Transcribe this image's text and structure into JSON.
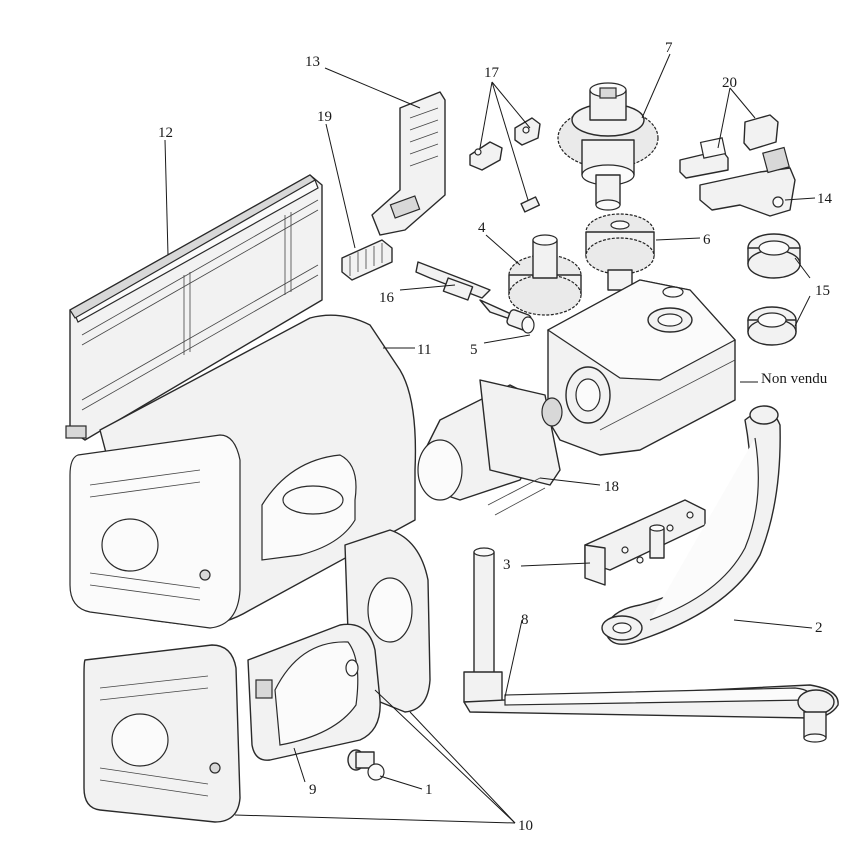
{
  "labels": {
    "p1": "1",
    "p2": "2",
    "p3": "3",
    "p4": "4",
    "p5": "5",
    "p6": "6",
    "p7": "7",
    "p8": "8",
    "p9": "9",
    "p10": "10",
    "p11": "11",
    "p12": "12",
    "p13": "13",
    "p14": "14",
    "p15": "15",
    "p16": "16",
    "p17": "17",
    "p18": "18",
    "p19": "19",
    "p20": "20",
    "non_vendu": "Non vendu"
  }
}
